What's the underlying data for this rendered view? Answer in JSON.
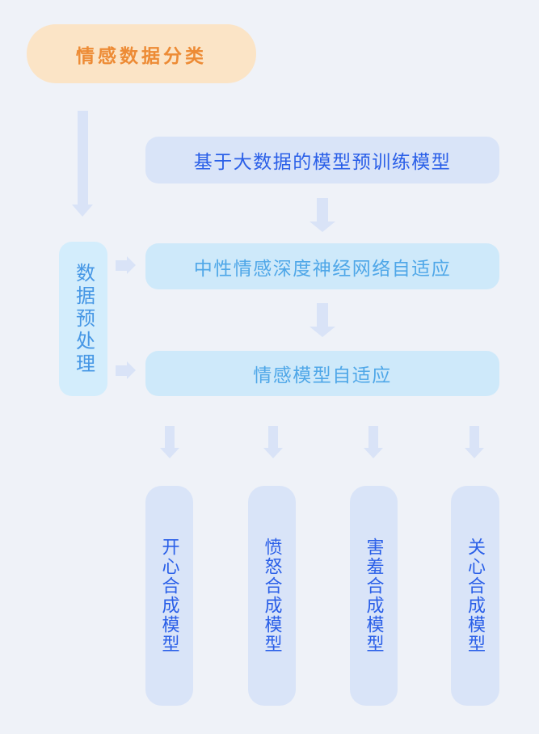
{
  "colors": {
    "canvas-bg": "#EFF2F8",
    "pill-bg": "#FBE4C6",
    "pill-text": "#ED8B35",
    "periwinkle-bg": "#D9E4F8",
    "periwinkle-text": "#2A5FE8",
    "cyan-bg": "#CEE9FA",
    "cyan-text": "#4FA7E8",
    "side-bg": "#D3EDFC",
    "side-text": "#4697E5",
    "arrow": "#D9E3F7"
  },
  "title": {
    "label": "情感数据分类"
  },
  "nodes": {
    "pretrain": {
      "label": "基于大数据的模型预训练模型"
    },
    "neutral_adapt": {
      "label": "中性情感深度神经网络自适应"
    },
    "emotion_adapt": {
      "label": "情感模型自适应"
    },
    "preprocess": {
      "label": "数据预处理"
    }
  },
  "outputs": [
    {
      "label": "开心合成模型"
    },
    {
      "label": "愤怒合成模型"
    },
    {
      "label": "害羞合成模型"
    },
    {
      "label": "关心合成模型"
    }
  ]
}
